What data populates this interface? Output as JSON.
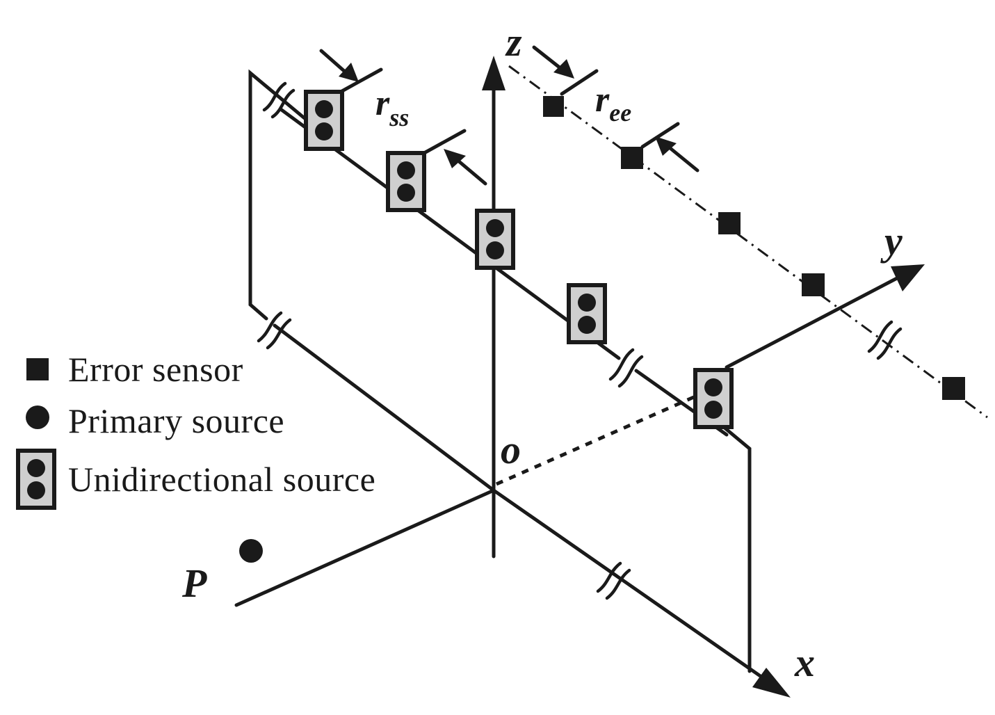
{
  "axes": {
    "x": "x",
    "y": "y",
    "z": "z",
    "origin": "o"
  },
  "labels": {
    "source_spacing": {
      "base": "r",
      "sub": "ss"
    },
    "sensor_spacing": {
      "base": "r",
      "sub": "ee"
    },
    "primary_source": "P"
  },
  "legend": [
    {
      "symbol": "square",
      "text": "Error sensor"
    },
    {
      "symbol": "circle",
      "text": "Primary source"
    },
    {
      "symbol": "unidirectional",
      "text": "Unidirectional source"
    }
  ],
  "colors": {
    "ink": "#1a1a1a",
    "source_fill": "#cfcfcf"
  }
}
